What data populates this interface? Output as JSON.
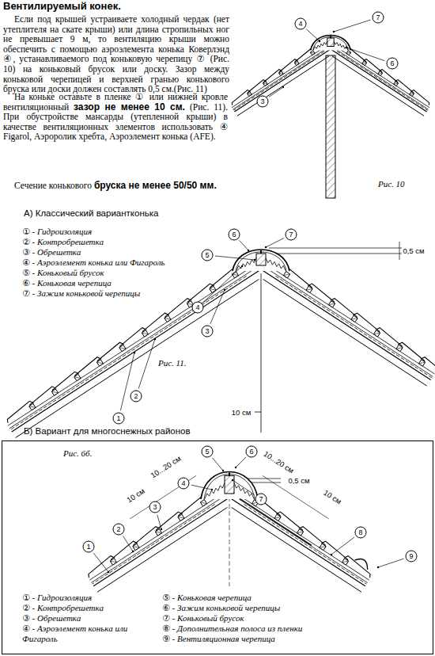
{
  "diagram": {
    "title": "Вентилируемый конек.",
    "labels": [
      "Если под крышей устраиваете холодный чердак (нет утеплителя на скате крыши) или длина стропильных ног не превышает 9 м, то вентиляцию крыши можно обеспечить с помощью аэроэлемента конька Коверлэнд ④, устанавливаемого под коньковую черепицу ⑦ (Рис. 10) на коньковый брусок или доску. Зазор между коньковой черепицей и верхней гранью конькового бруска или доски должен составлять 0,5 см.(Рис. 11)",
      "На коньке оставьте в пленке ① или нижней кровле вентиляционный",
      "зазор не менее 10 см.",
      "(Рис. 11). При обустройстве мансарды (утепленной крыши) в качестве вентиляционных элементов использовать ④ Figarol, Аэроролик хребта, Аэроэлемент конька (AFE).",
      "Сечение конькового",
      "бруска не менее 50/50 мм.",
      "Рис. 10",
      "7",
      "4",
      "6",
      "3",
      "А) Классический вариантконька",
      "① - Гидроизоляция",
      "② - Контробрешетка",
      "③ - Обрешетка",
      "④ - Аэроэлемент конька или Фигароль",
      "⑤ - Коньковый брусок",
      "⑥ - Коньковая черепица",
      "⑦ - Зажим коньковой черепицы",
      "Рис. 11.",
      "0,5 см",
      "10 см",
      "6",
      "7",
      "5",
      "4",
      "3",
      "2",
      "1",
      "Б) Вариант для многоснежных районов",
      "Рис. 6б.",
      "10...20 см",
      "10 см",
      "0,5 см",
      "10...20 см",
      "10 см",
      "5",
      "4",
      "3",
      "2",
      "1",
      "6",
      "7",
      "8",
      "9",
      "① - Гидроизоляция",
      "② - Контробрешетка",
      "③ - Обрешетка",
      "④ - Аэроэлемент конька или Фигароль",
      "⑤ - Коньковая черепица",
      "⑥ - Зажим коньковой черепицы",
      "⑦ - Коньковый брусок",
      "⑧ - Дополнительная полоса из пленки",
      "⑨ - Вентиляционная черепица"
    ]
  }
}
